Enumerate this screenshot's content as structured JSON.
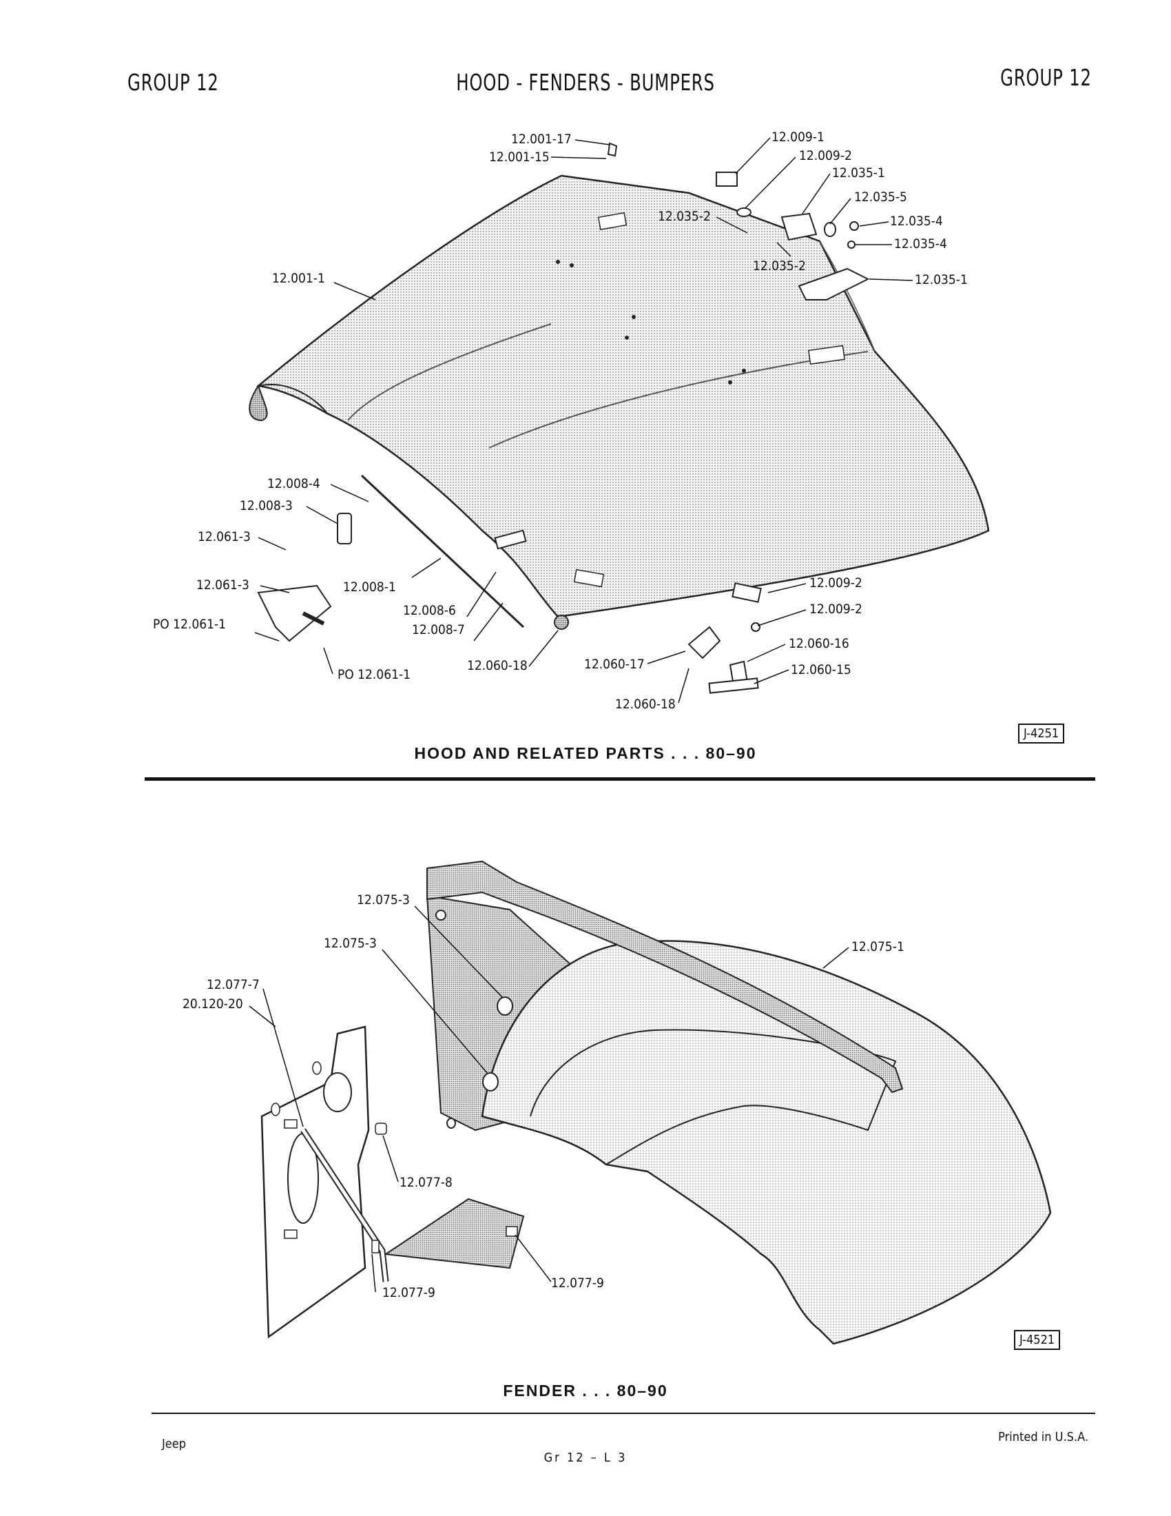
{
  "header": {
    "left": "GROUP 12",
    "center": "HOOD - FENDERS - BUMPERS",
    "right": "GROUP 12"
  },
  "figure1": {
    "caption": "HOOD AND RELATED PARTS . . . 80–90",
    "ref": "J-4251",
    "labels": [
      "12.001-17",
      "12.001-15",
      "12.009-1",
      "12.009-2",
      "12.035-1",
      "12.035-5",
      "12.035-2",
      "12.035-4",
      "12.035-4",
      "12.035-2",
      "12.035-1",
      "12.001-1",
      "12.008-4",
      "12.008-3",
      "12.061-3",
      "12.061-3",
      "12.008-1",
      "PO 12.061-1",
      "12.008-6",
      "12.008-7",
      "PO 12.061-1",
      "12.060-18",
      "12.060-17",
      "12.060-18",
      "12.009-2",
      "12.009-2",
      "12.060-16",
      "12.060-15"
    ]
  },
  "figure2": {
    "caption": "FENDER . . . 80–90",
    "ref": "J-4521",
    "labels": [
      "12.075-3",
      "12.075-3",
      "12.075-1",
      "12.077-7",
      "20.120-20",
      "12.077-8",
      "12.077-9",
      "12.077-9"
    ]
  },
  "footer": {
    "left": "Jeep",
    "center": "Gr 12 – L 3",
    "right": "Printed in U.S.A."
  }
}
